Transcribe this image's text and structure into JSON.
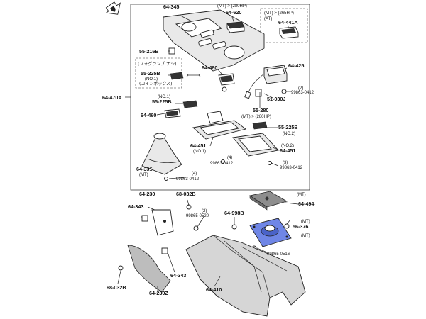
{
  "diagram": {
    "labels": {
      "64-345": "64-345",
      "64-620": "64-620",
      "mt_280hp": "(MT) > (280HP)",
      "mt_265hp": "(MT) > (265HP)",
      "at": "(AT)",
      "64-441A": "64-441A",
      "55-216B": "55-216B",
      "fog": "(フォグランプ ナシ)",
      "55-225B_a": "55-225B",
      "no1_a": "(NO.1)",
      "coin": "(コインボックス)",
      "64-480": "64-480",
      "64-425": "64-425",
      "num2_top": "(2)",
      "99863-0412_a": "99863-0412",
      "64-470A": "64-470A",
      "no1_b": "(NO.1)",
      "55-225B_b": "55-225B",
      "51-030J": "51-030J",
      "55-280": "55-280",
      "mt_280hp_b": "(MT) > (280HP)",
      "64-460": "64-460",
      "55-225B_c": "55-225B",
      "no2_a": "(NO.2)",
      "64-451_a": "64-451",
      "no1_c": "(NO.1)",
      "num4_a": "(4)",
      "99863-0412_b": "99863-0412",
      "no2_b": "(NO.2)",
      "64-451_b": "64-451",
      "num3_a": "(3)",
      "99863-0412_c": "99863-0412",
      "64-331": "64-331",
      "mt_a": "(MT)",
      "num4_b": "(4)",
      "99863-0412_d": "99863-0412",
      "64-230": "64-230",
      "68-032B_a": "68-032B",
      "mt_b": "(MT)",
      "64-494": "64-494",
      "64-343_a": "64-343",
      "num2_b": "(2)",
      "99865-0520": "99865-0520",
      "64-998B": "64-998B",
      "mt_c": "(MT)",
      "56-376": "56-376",
      "mt_d": "(MT)",
      "99865-0516": "99865-0516",
      "64-343_b": "64-343",
      "68-032B_b": "68-032B",
      "64-410": "64-410",
      "64-230Z": "64-230Z"
    },
    "colors": {
      "highlight": "#6f86e6",
      "line": "#222222"
    }
  }
}
